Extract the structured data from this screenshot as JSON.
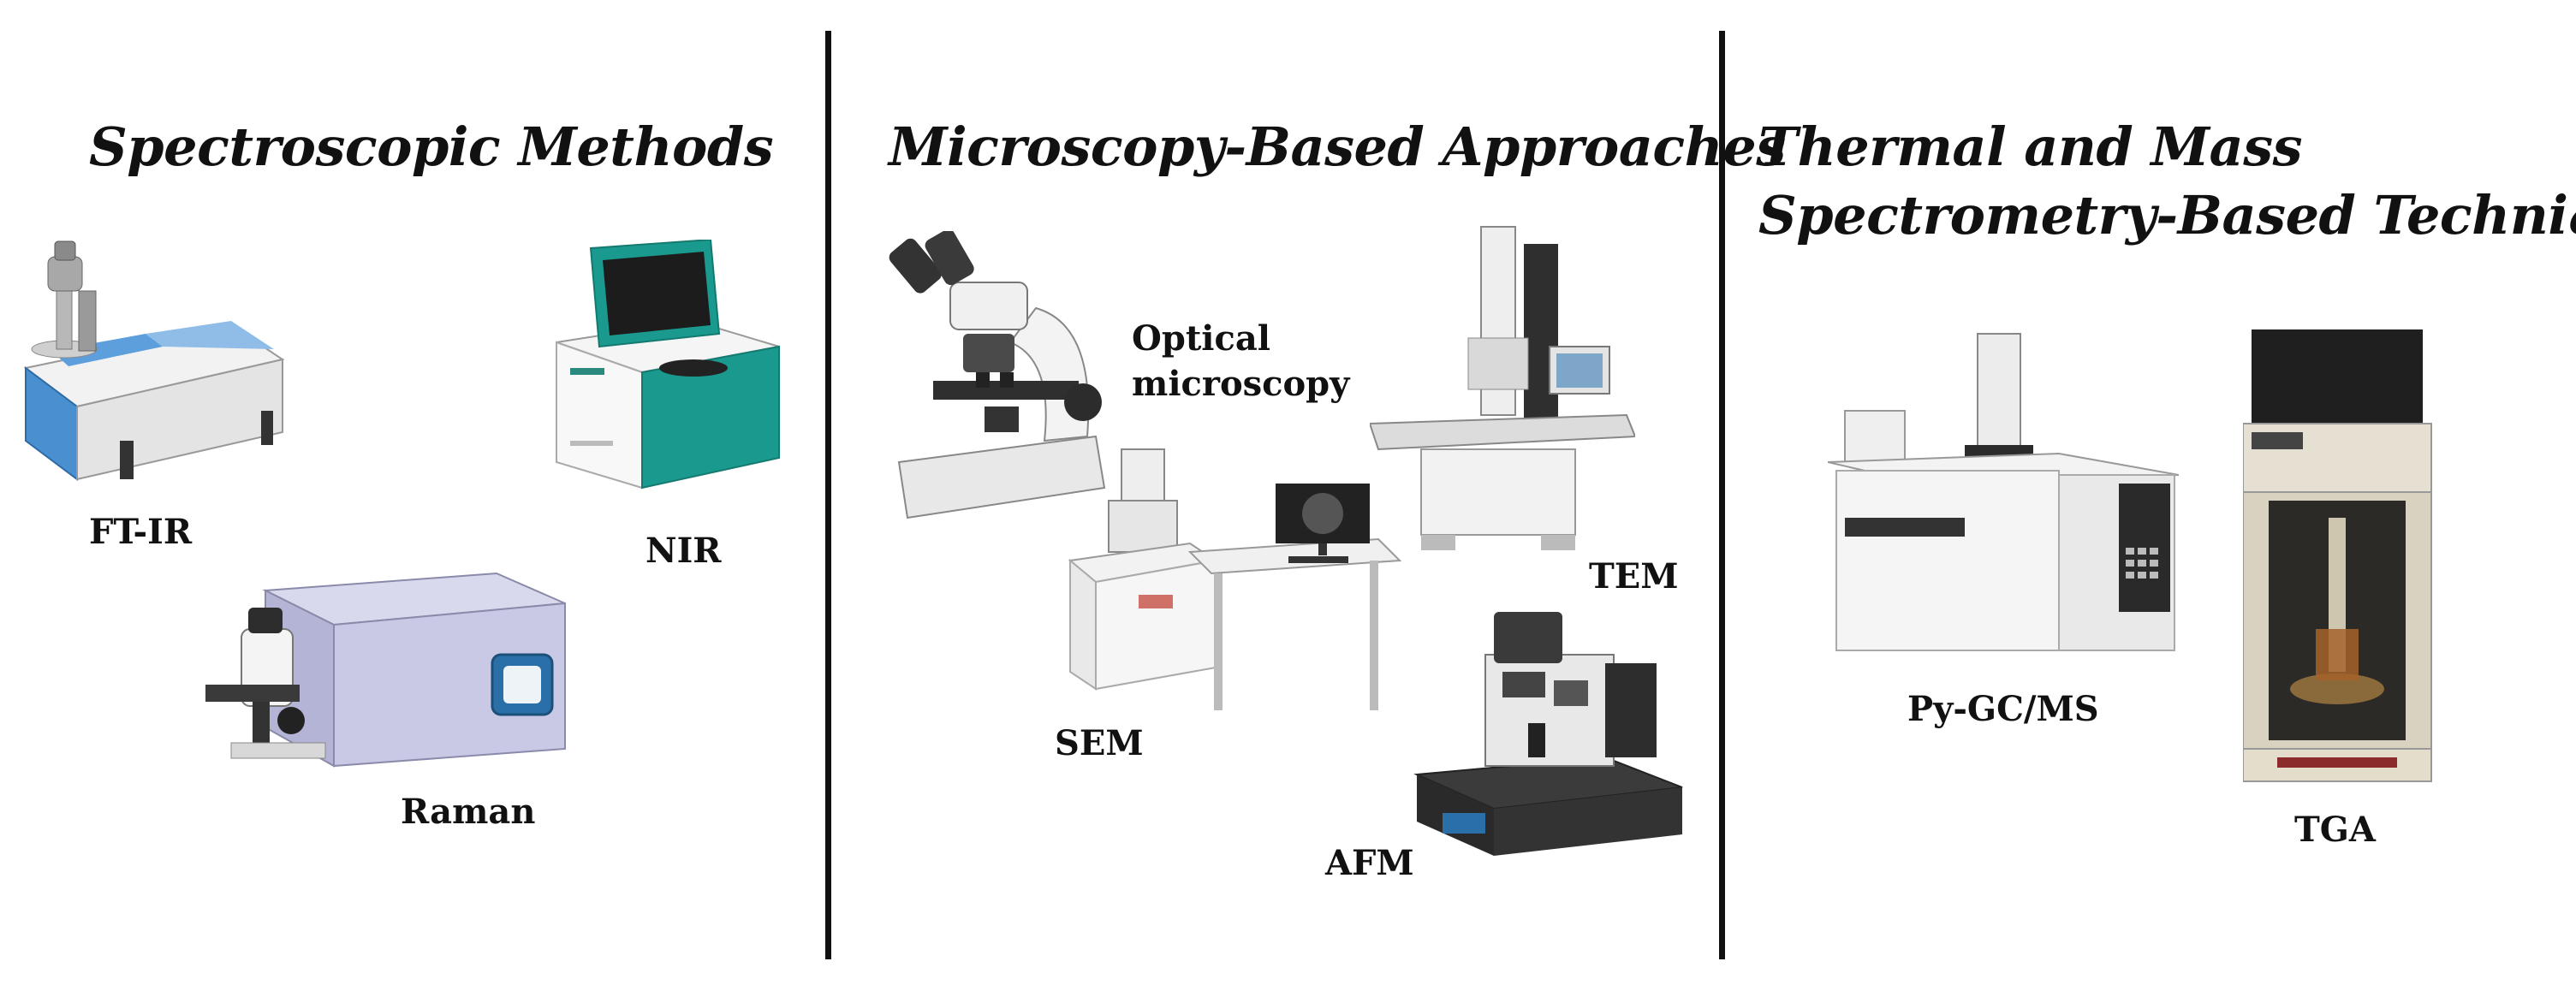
{
  "sections": [
    {
      "heading": [
        "Spectroscopic Methods"
      ],
      "instruments": [
        "FT-IR",
        "NIR",
        "Raman"
      ]
    },
    {
      "heading": [
        "Microscopy-Based Approaches"
      ],
      "instruments": [
        "Optical",
        "microscopy",
        "TEM",
        "SEM",
        "AFM"
      ]
    },
    {
      "heading": [
        "Thermal and Mass",
        "Spectrometry-Based Techniques"
      ],
      "instruments": [
        "Py-GC/MS",
        "TGA"
      ]
    }
  ],
  "colors": {
    "divider": "#111111",
    "ftir_blue": "#4a8fd0",
    "nir_teal": "#1a9a8e",
    "raman_lavender": "#c9c9e6",
    "tga_dark": "#2c2a26"
  },
  "icons": [
    "ftir-spectrometer-icon",
    "nir-analyzer-icon",
    "raman-spectrometer-icon",
    "optical-microscope-icon",
    "tem-microscope-icon",
    "sem-workstation-icon",
    "afm-microscope-icon",
    "py-gcms-icon",
    "tga-analyzer-icon"
  ]
}
